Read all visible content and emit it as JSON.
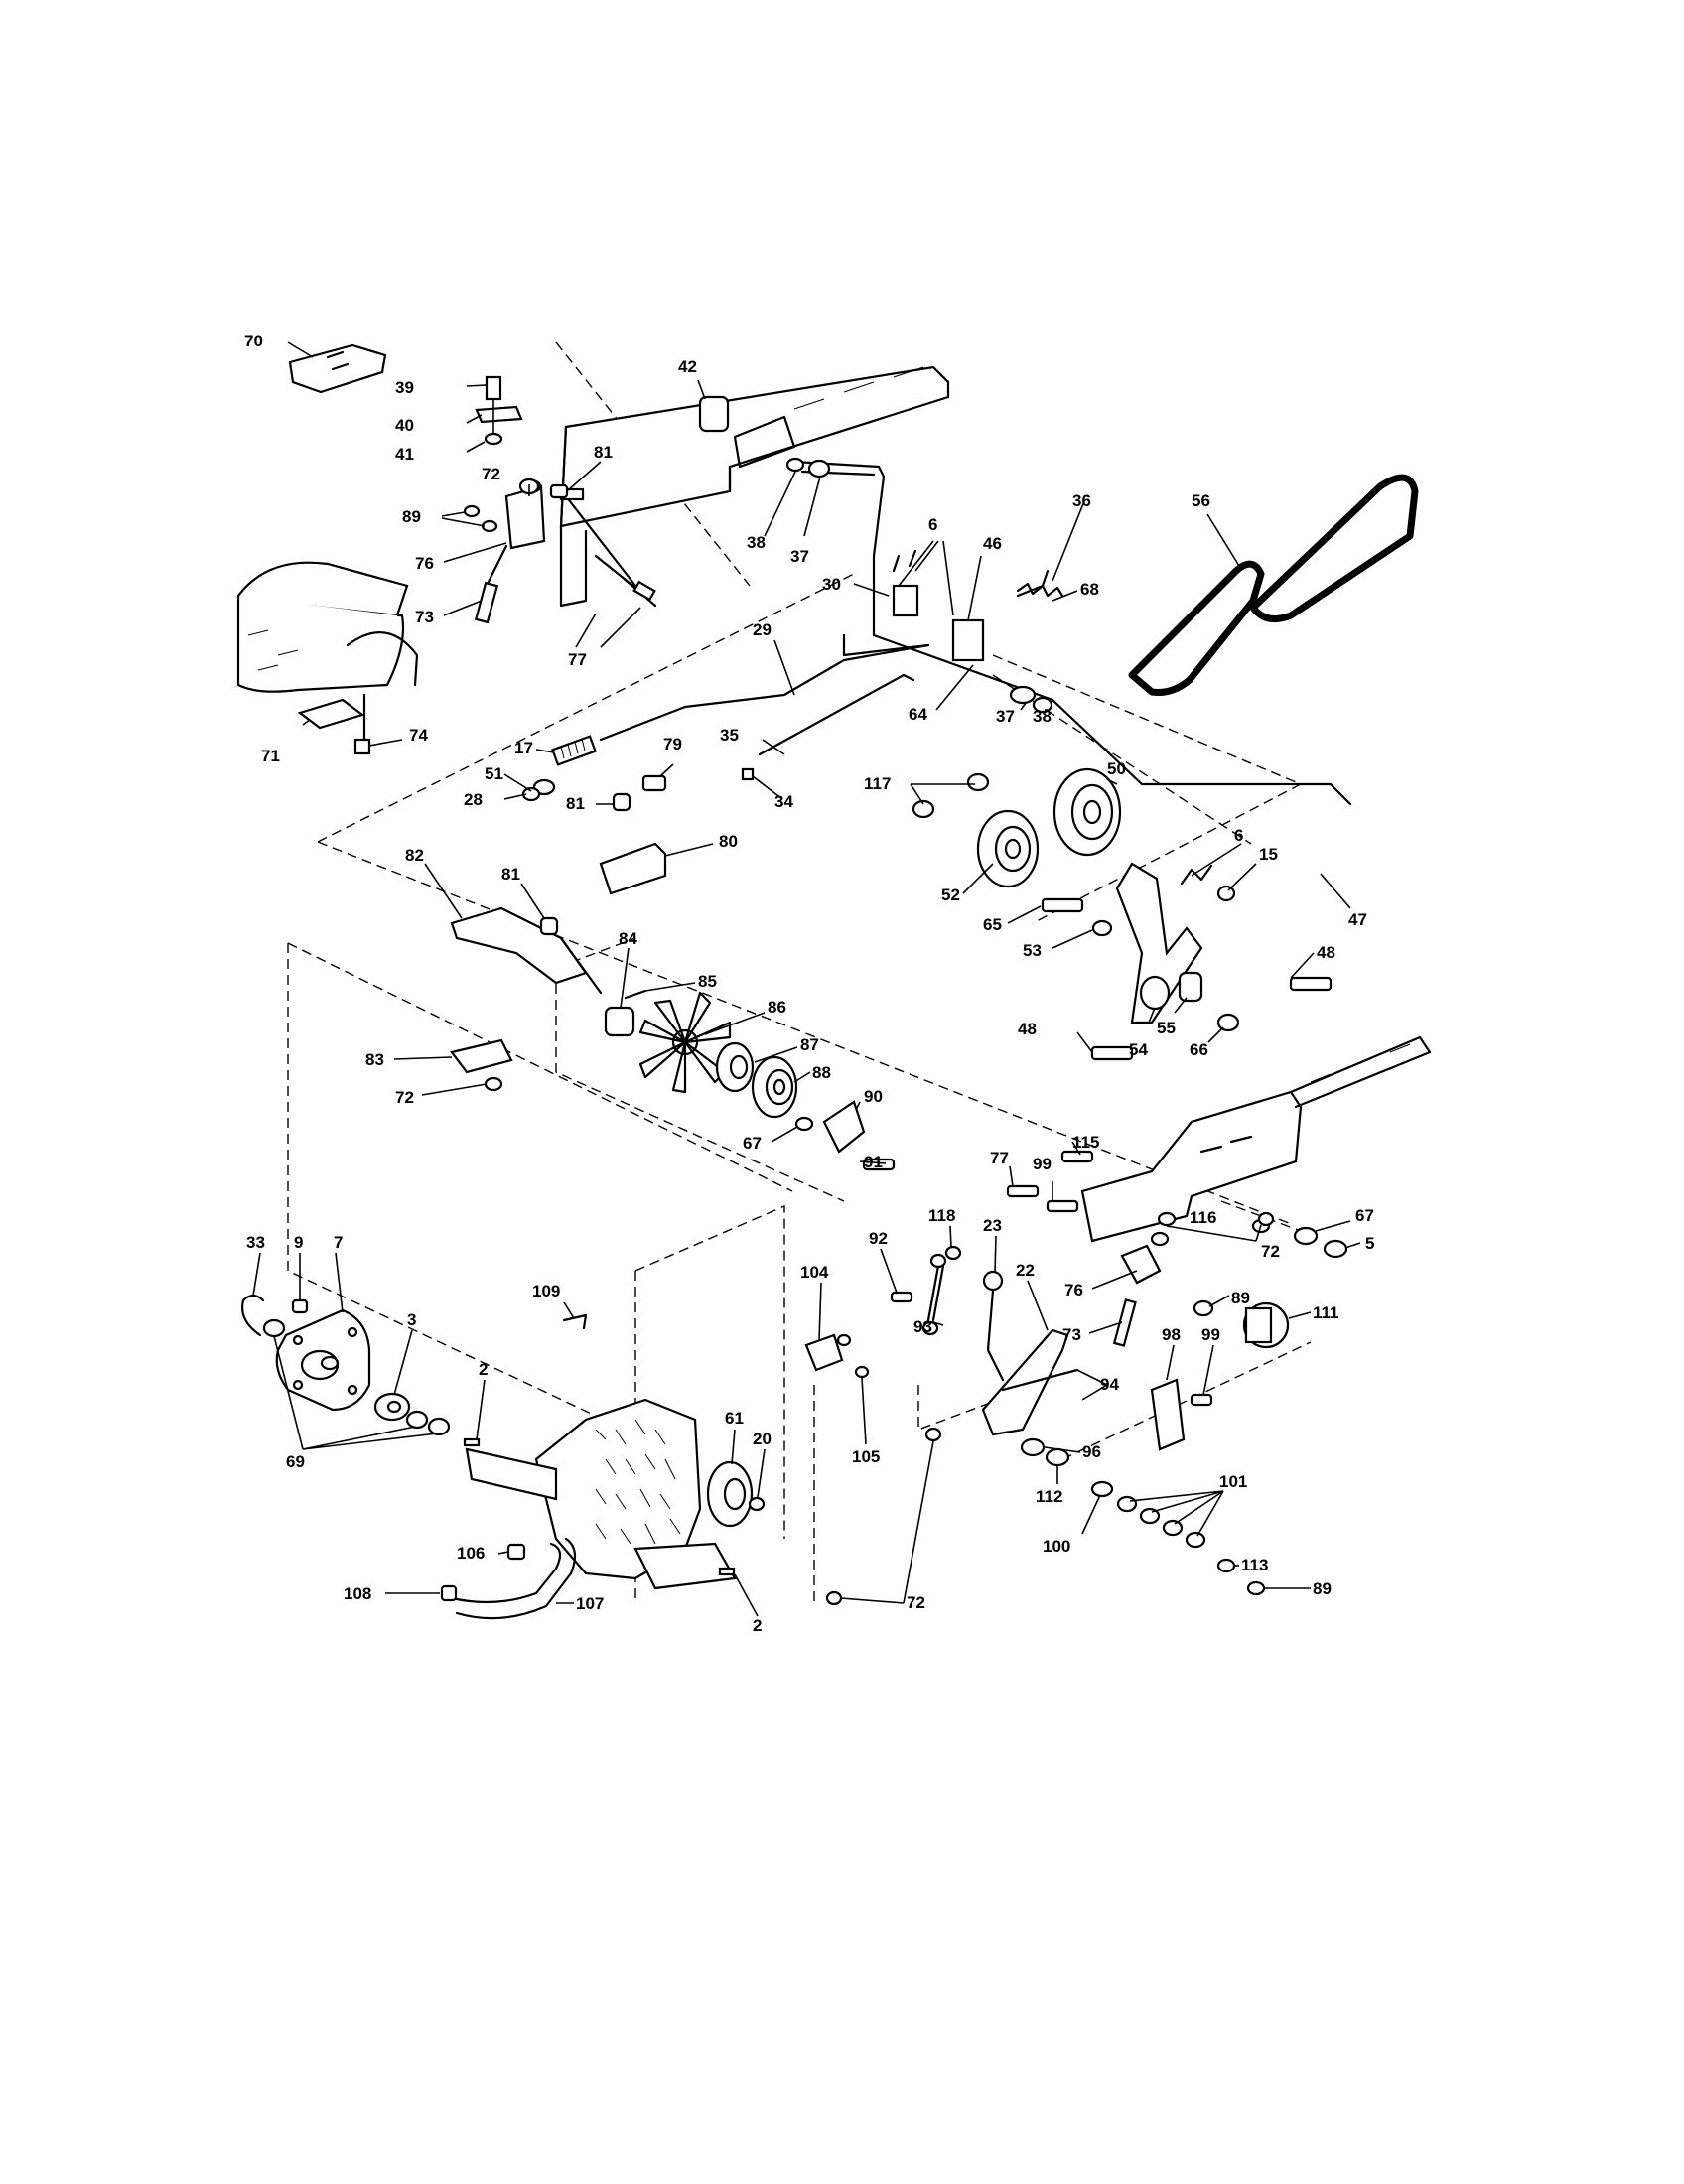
{
  "callouts": [
    {
      "id": "c39",
      "text": "39"
    },
    {
      "id": "c40",
      "text": "40"
    },
    {
      "id": "c41",
      "text": "41"
    },
    {
      "id": "c42",
      "text": "42"
    },
    {
      "id": "c70",
      "text": "70"
    },
    {
      "id": "c81a",
      "text": "81"
    },
    {
      "id": "c72a",
      "text": "72"
    },
    {
      "id": "c89a",
      "text": "89"
    },
    {
      "id": "c76a",
      "text": "76"
    },
    {
      "id": "c73a",
      "text": "73"
    },
    {
      "id": "c77a",
      "text": "77"
    },
    {
      "id": "c38a",
      "text": "38"
    },
    {
      "id": "c37a",
      "text": "37"
    },
    {
      "id": "c6a",
      "text": "6"
    },
    {
      "id": "c36",
      "text": "36"
    },
    {
      "id": "c56",
      "text": "56"
    },
    {
      "id": "c30",
      "text": "30"
    },
    {
      "id": "c46",
      "text": "46"
    },
    {
      "id": "c68",
      "text": "68"
    },
    {
      "id": "c29",
      "text": "29"
    },
    {
      "id": "c64",
      "text": "64"
    },
    {
      "id": "c37b",
      "text": "37"
    },
    {
      "id": "c38b",
      "text": "38"
    },
    {
      "id": "c71",
      "text": "71"
    },
    {
      "id": "c74",
      "text": "74"
    },
    {
      "id": "c17",
      "text": "17"
    },
    {
      "id": "c51",
      "text": "51"
    },
    {
      "id": "c28",
      "text": "28"
    },
    {
      "id": "c79",
      "text": "79"
    },
    {
      "id": "c35",
      "text": "35"
    },
    {
      "id": "c34",
      "text": "34"
    },
    {
      "id": "c117",
      "text": "117"
    },
    {
      "id": "c50",
      "text": "50"
    },
    {
      "id": "c81b",
      "text": "81"
    },
    {
      "id": "c80",
      "text": "80"
    },
    {
      "id": "c82",
      "text": "82"
    },
    {
      "id": "c81c",
      "text": "81"
    },
    {
      "id": "c6b",
      "text": "6"
    },
    {
      "id": "c15",
      "text": "15"
    },
    {
      "id": "c52",
      "text": "52"
    },
    {
      "id": "c65",
      "text": "65"
    },
    {
      "id": "c47",
      "text": "47"
    },
    {
      "id": "c53",
      "text": "53"
    },
    {
      "id": "c48a",
      "text": "48"
    },
    {
      "id": "c84",
      "text": "84"
    },
    {
      "id": "c85",
      "text": "85"
    },
    {
      "id": "c86",
      "text": "86"
    },
    {
      "id": "c48b",
      "text": "48"
    },
    {
      "id": "c55",
      "text": "55"
    },
    {
      "id": "c54",
      "text": "54"
    },
    {
      "id": "c66",
      "text": "66"
    },
    {
      "id": "c83",
      "text": "83"
    },
    {
      "id": "c87",
      "text": "87"
    },
    {
      "id": "c88",
      "text": "88"
    },
    {
      "id": "c72b",
      "text": "72"
    },
    {
      "id": "c90",
      "text": "90"
    },
    {
      "id": "c67a",
      "text": "67"
    },
    {
      "id": "c91",
      "text": "91"
    },
    {
      "id": "c77b",
      "text": "77"
    },
    {
      "id": "c99a",
      "text": "99"
    },
    {
      "id": "c115",
      "text": "115"
    },
    {
      "id": "c116",
      "text": "116"
    },
    {
      "id": "c67b",
      "text": "67"
    },
    {
      "id": "c5",
      "text": "5"
    },
    {
      "id": "c72c",
      "text": "72"
    },
    {
      "id": "c33",
      "text": "33"
    },
    {
      "id": "c9",
      "text": "9"
    },
    {
      "id": "c7",
      "text": "7"
    },
    {
      "id": "c109",
      "text": "109"
    },
    {
      "id": "c92",
      "text": "92"
    },
    {
      "id": "c118",
      "text": "118"
    },
    {
      "id": "c23",
      "text": "23"
    },
    {
      "id": "c104",
      "text": "104"
    },
    {
      "id": "c22",
      "text": "22"
    },
    {
      "id": "c76b",
      "text": "76"
    },
    {
      "id": "c89b",
      "text": "89"
    },
    {
      "id": "c111",
      "text": "111"
    },
    {
      "id": "c3",
      "text": "3"
    },
    {
      "id": "c93",
      "text": "93"
    },
    {
      "id": "c73b",
      "text": "73"
    },
    {
      "id": "c98",
      "text": "98"
    },
    {
      "id": "c99b",
      "text": "99"
    },
    {
      "id": "c2a",
      "text": "2"
    },
    {
      "id": "c94",
      "text": "94"
    },
    {
      "id": "c61",
      "text": "61"
    },
    {
      "id": "c20",
      "text": "20"
    },
    {
      "id": "c105",
      "text": "105"
    },
    {
      "id": "c96",
      "text": "96"
    },
    {
      "id": "c69",
      "text": "69"
    },
    {
      "id": "c112",
      "text": "112"
    },
    {
      "id": "c101",
      "text": "101"
    },
    {
      "id": "c100",
      "text": "100"
    },
    {
      "id": "c106",
      "text": "106"
    },
    {
      "id": "c113",
      "text": "113"
    },
    {
      "id": "c108",
      "text": "108"
    },
    {
      "id": "c107",
      "text": "107"
    },
    {
      "id": "c2b",
      "text": "2"
    },
    {
      "id": "c72d",
      "text": "72"
    },
    {
      "id": "c89c",
      "text": "89"
    }
  ]
}
